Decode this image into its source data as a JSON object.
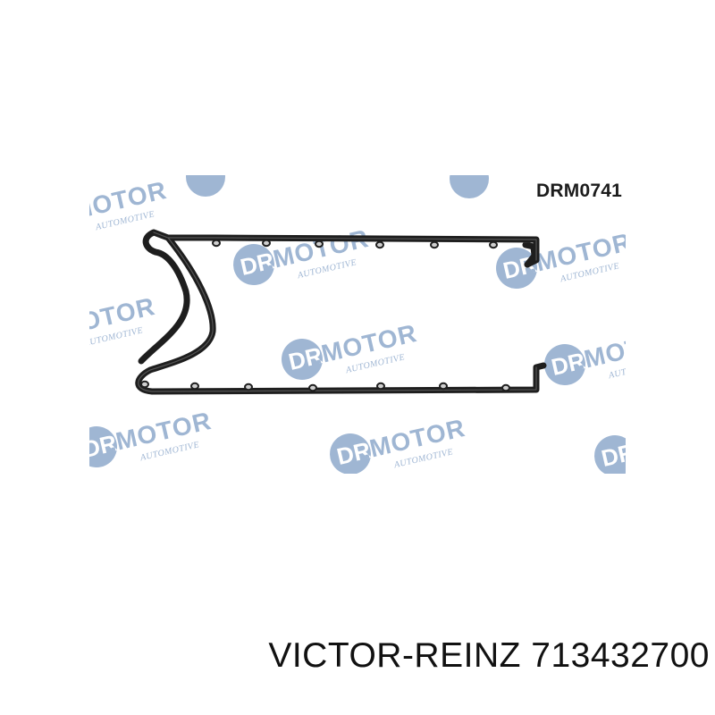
{
  "image": {
    "part_code": "DRM0741",
    "watermark_text": "DR.MOTOR",
    "watermark_subtext": "AUTOMOTIVE",
    "watermark_color": "#8ea9cc",
    "gasket_color": "#1e1e1e"
  },
  "caption": {
    "brand": "VICTOR-REINZ",
    "part_number": "713432700"
  }
}
